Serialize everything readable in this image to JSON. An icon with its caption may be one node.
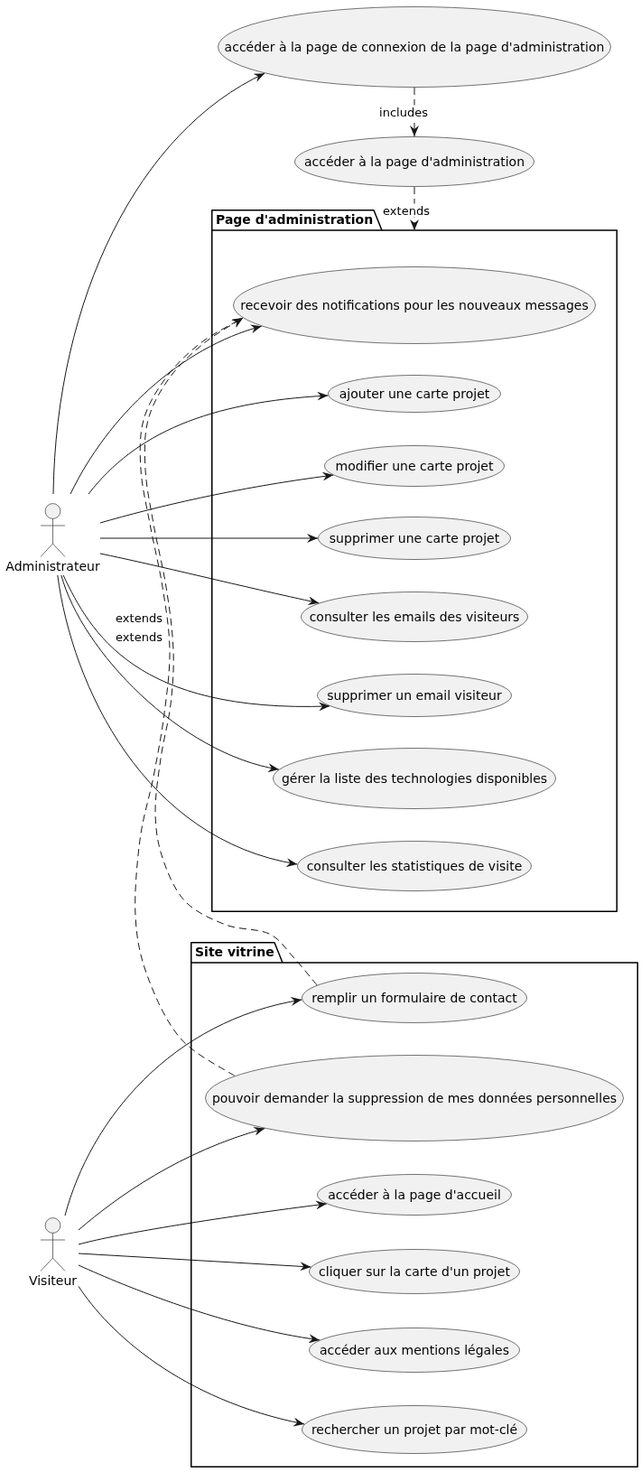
{
  "diagram": {
    "nodes": [
      {
        "text": [
          "accéder à la page de connexion de la page d'administration"
        ]
      },
      {
        "text": [
          "accéder à la page d'administration"
        ]
      },
      {
        "text": [
          "Page d'administration"
        ]
      },
      {
        "text": [
          "recevoir des notifications pour les nouveaux messages"
        ],
        "in": 2
      },
      {
        "text": [
          "ajouter une carte projet"
        ],
        "in": 2
      },
      {
        "text": [
          "modifier une carte projet"
        ],
        "in": 2
      },
      {
        "text": [
          "supprimer une carte projet"
        ],
        "in": 2
      },
      {
        "text": [
          "consulter les emails des visiteurs"
        ],
        "in": 2
      },
      {
        "text": [
          "supprimer un email visiteur"
        ],
        "in": 2
      },
      {
        "text": [
          "gérer la liste des technologies disponibles"
        ],
        "in": 2
      },
      {
        "text": [
          "consulter les statistiques de visite"
        ],
        "in": 2
      },
      {
        "text": [
          "Administrateur"
        ]
      },
      {
        "text": [
          "Site vitrine"
        ]
      },
      {
        "text": [
          "remplir un formulaire de contact"
        ],
        "in": 12
      },
      {
        "text": [
          "pouvoir demander la suppression de mes données personnelles"
        ],
        "in": 12
      },
      {
        "text": [
          "accéder à la page d'accueil"
        ],
        "in": 12
      },
      {
        "text": [
          "cliquer sur la carte d'un projet"
        ],
        "in": 12
      },
      {
        "text": [
          "accéder aux mentions légales"
        ],
        "in": 12
      },
      {
        "text": [
          "rechercher un projet par mot-clé"
        ],
        "in": 12
      },
      {
        "text": [
          "Visiteur"
        ]
      }
    ],
    "edges": [
      {
        "from": 11,
        "to": 0,
        "arrow": "to"
      },
      {
        "from": 11,
        "to": 3,
        "arrow": "to"
      },
      {
        "from": 11,
        "to": 4,
        "arrow": "to"
      },
      {
        "from": 11,
        "to": 5,
        "arrow": "to"
      },
      {
        "from": 11,
        "to": 6,
        "arrow": "to"
      },
      {
        "from": 11,
        "to": 7,
        "arrow": "to"
      },
      {
        "from": 11,
        "to": 8,
        "arrow": "to"
      },
      {
        "from": 11,
        "to": 9,
        "arrow": "to"
      },
      {
        "from": 11,
        "to": 10,
        "arrow": "to"
      },
      {
        "from": 0,
        "to": 1,
        "arrow": "to",
        "label": "includes",
        "style": "dashed"
      },
      {
        "from": 1,
        "to": 2,
        "arrow": "to",
        "label": "extends",
        "style": "dashed"
      },
      {
        "from": 13,
        "to": 3,
        "arrow": "to",
        "label": "extends",
        "style": "dashed"
      },
      {
        "from": 14,
        "to": 3,
        "arrow": "to",
        "label": "extends",
        "style": "dashed"
      },
      {
        "from": 19,
        "to": 13,
        "arrow": "to"
      },
      {
        "from": 19,
        "to": 14,
        "arrow": "to"
      },
      {
        "from": 19,
        "to": 15,
        "arrow": "to"
      },
      {
        "from": 19,
        "to": 16,
        "arrow": "to"
      },
      {
        "from": 19,
        "to": 17,
        "arrow": "to"
      },
      {
        "from": 19,
        "to": 18,
        "arrow": "to"
      }
    ]
  }
}
